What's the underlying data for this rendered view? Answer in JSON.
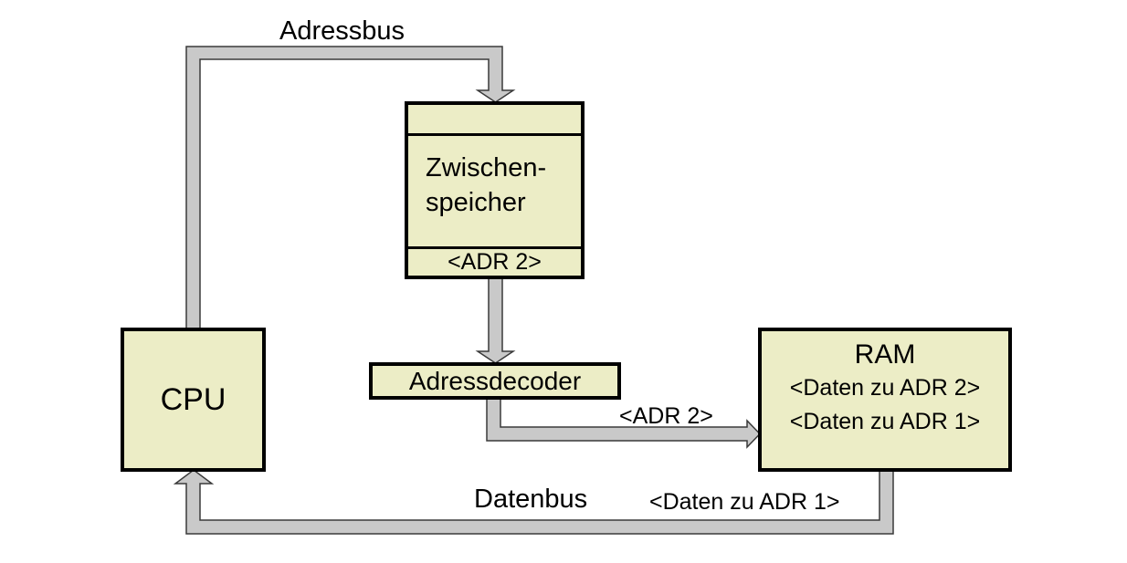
{
  "diagram": {
    "title_context": "CPU / RAM address and data bus diagram",
    "colors": {
      "node_fill": "#ECEDC6",
      "node_border": "#000000",
      "bus_fill": "#C9C9C9",
      "bus_outline": "#3A3A3A",
      "background": "#FFFFFF"
    },
    "buses": {
      "adressbus_label": "Adressbus",
      "datenbus_label": "Datenbus",
      "adr2_transfer_label": "<ADR 2>",
      "daten_zu_adr1_transfer_label": "<Daten zu ADR 1>"
    },
    "nodes": {
      "cpu": {
        "label": "CPU"
      },
      "zwischenspeicher": {
        "name_line1": "Zwischen-",
        "name_line2": "speicher",
        "stored_address": "<ADR 2>"
      },
      "adressdecoder": {
        "label": "Adressdecoder"
      },
      "ram": {
        "title": "RAM",
        "rows": [
          "<Daten zu ADR 2>",
          "<Daten zu ADR 1>"
        ]
      }
    }
  }
}
